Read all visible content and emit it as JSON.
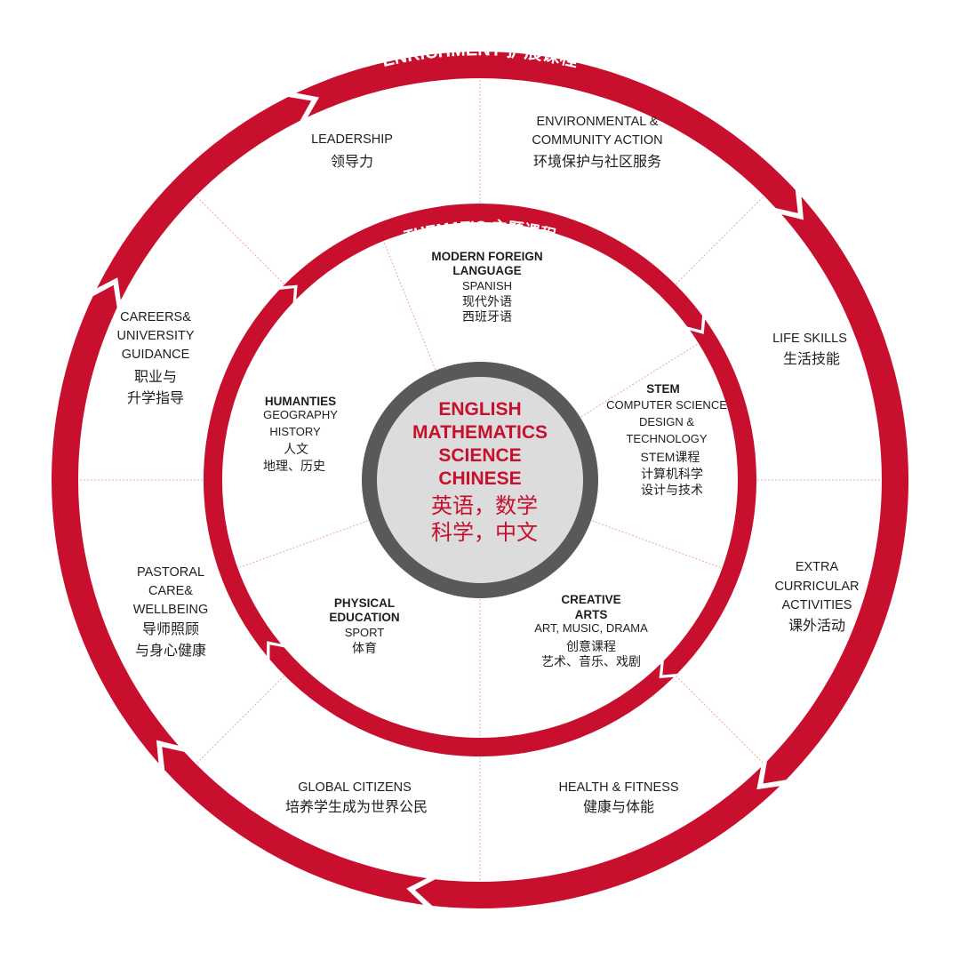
{
  "colors": {
    "accent": "#c8102e",
    "core_ring": "#595959",
    "core_fill": "#dcdcdc",
    "divider": "#e9a5ae",
    "text": "#1e1e1e"
  },
  "outer_ring": {
    "title": "ENRICHMENT 扩展课程",
    "sections": [
      {
        "id": "leadership",
        "lines_en": [
          "LEADERSHIP"
        ],
        "lines_cn": [
          "领导力"
        ]
      },
      {
        "id": "environmental",
        "lines_en": [
          "ENVIRONMENTAL &",
          "COMMUNITY ACTION"
        ],
        "lines_cn": [
          "环境保护与社区服务"
        ]
      },
      {
        "id": "life-skills",
        "lines_en": [
          "LIFE SKILLS"
        ],
        "lines_cn": [
          "生活技能"
        ]
      },
      {
        "id": "extra-curricular",
        "lines_en": [
          "EXTRA",
          "CURRICULAR",
          "ACTIVITIES"
        ],
        "lines_cn": [
          "课外活动"
        ]
      },
      {
        "id": "health-fitness",
        "lines_en": [
          "HEALTH & FITNESS"
        ],
        "lines_cn": [
          "健康与体能"
        ]
      },
      {
        "id": "global-citizens",
        "lines_en": [
          "GLOBAL CITIZENS"
        ],
        "lines_cn": [
          "培养学生成为世界公民"
        ]
      },
      {
        "id": "pastoral",
        "lines_en": [
          "PASTORAL",
          "CARE&",
          "WELLBEING"
        ],
        "lines_cn": [
          "导师照顾",
          "与身心健康"
        ]
      },
      {
        "id": "careers",
        "lines_en": [
          "CAREERS&",
          "UNIVERSITY",
          "GUIDANCE"
        ],
        "lines_cn": [
          "职业与",
          "升学指导"
        ]
      }
    ]
  },
  "inner_ring": {
    "title": "THEMATIC 主题课程",
    "sections": [
      {
        "id": "mfl",
        "heading": [
          "MODERN FOREIGN",
          "LANGUAGE"
        ],
        "lines_en": [
          "SPANISH"
        ],
        "lines_cn": [
          "现代外语",
          "西班牙语"
        ]
      },
      {
        "id": "stem",
        "heading": [
          "STEM"
        ],
        "lines_en": [
          "COMPUTER SCIENCE",
          "DESIGN &",
          "TECHNOLOGY"
        ],
        "lines_cn": [
          "STEM课程",
          "计算机科学",
          "设计与技术"
        ]
      },
      {
        "id": "creative-arts",
        "heading": [
          "CREATIVE",
          "ARTS"
        ],
        "lines_en": [
          "ART, MUSIC, DRAMA"
        ],
        "lines_cn": [
          "创意课程",
          "艺术、音乐、戏剧"
        ]
      },
      {
        "id": "pe",
        "heading": [
          "PHYSICAL",
          "EDUCATION"
        ],
        "lines_en": [
          "SPORT"
        ],
        "lines_cn": [
          "体育"
        ]
      },
      {
        "id": "humanities",
        "heading": [
          "HUMANTIES"
        ],
        "lines_en": [
          "GEOGRAPHY",
          "HISTORY"
        ],
        "lines_cn": [
          "人文",
          "地理、历史"
        ]
      }
    ]
  },
  "core": {
    "lines_en": [
      "ENGLISH",
      "MATHEMATICS",
      "SCIENCE",
      "CHINESE"
    ],
    "lines_cn": [
      "英语，数学",
      "科学，中文"
    ]
  }
}
